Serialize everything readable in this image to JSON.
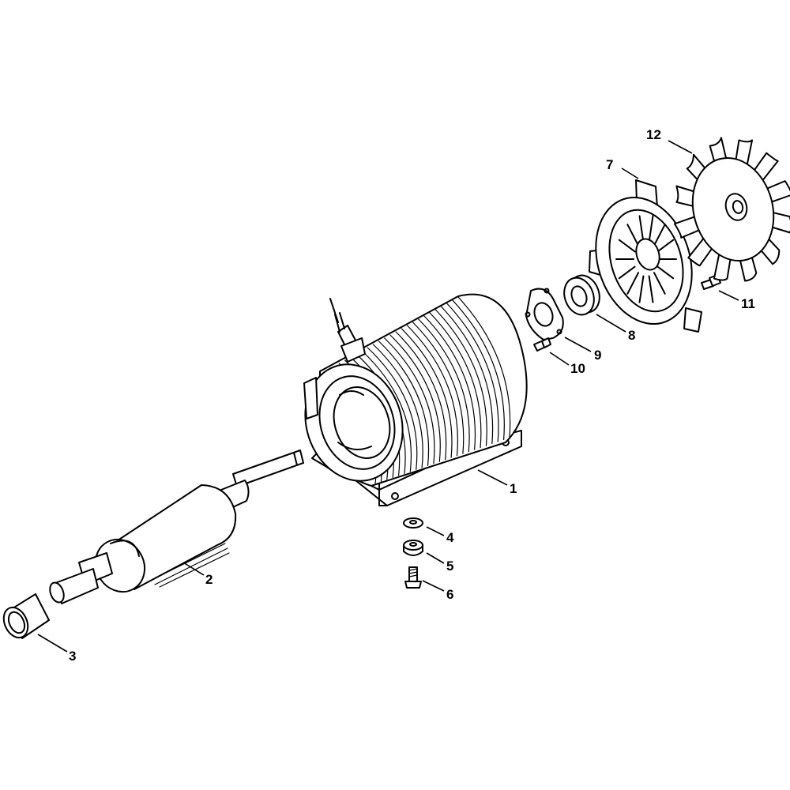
{
  "callouts": [
    {
      "num": "1"
    },
    {
      "num": "2"
    },
    {
      "num": "3"
    },
    {
      "num": "4"
    },
    {
      "num": "5"
    },
    {
      "num": "6"
    },
    {
      "num": "7"
    },
    {
      "num": "8"
    },
    {
      "num": "9"
    },
    {
      "num": "10"
    },
    {
      "num": "11"
    },
    {
      "num": "12"
    }
  ],
  "colors": {
    "line": "#000000",
    "background": "#ffffff"
  }
}
